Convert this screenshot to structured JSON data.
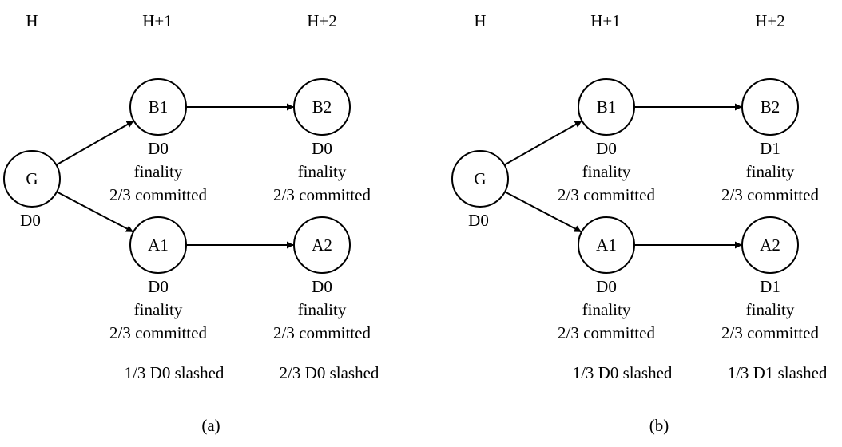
{
  "panels": [
    {
      "id": "a",
      "caption": "(a)",
      "headers": [
        "H",
        "H+1",
        "H+2"
      ],
      "nodes": [
        {
          "id": "G",
          "label": "G",
          "lines": [
            "D0"
          ]
        },
        {
          "id": "B1",
          "label": "B1",
          "lines": [
            "D0",
            "finality",
            "2/3 committed"
          ]
        },
        {
          "id": "B2",
          "label": "B2",
          "lines": [
            "D0",
            "finality",
            "2/3 committed"
          ]
        },
        {
          "id": "A1",
          "label": "A1",
          "lines": [
            "D0",
            "finality",
            "2/3 committed"
          ]
        },
        {
          "id": "A2",
          "label": "A2",
          "lines": [
            "D0",
            "finality",
            "2/3 committed"
          ]
        }
      ],
      "edges": [
        [
          "G",
          "B1"
        ],
        [
          "G",
          "A1"
        ],
        [
          "B1",
          "B2"
        ],
        [
          "A1",
          "A2"
        ]
      ],
      "slash_notes": [
        "1/3 D0 slashed",
        "2/3 D0 slashed"
      ]
    },
    {
      "id": "b",
      "caption": "(b)",
      "headers": [
        "H",
        "H+1",
        "H+2"
      ],
      "nodes": [
        {
          "id": "G",
          "label": "G",
          "lines": [
            "D0"
          ]
        },
        {
          "id": "B1",
          "label": "B1",
          "lines": [
            "D0",
            "finality",
            "2/3 committed"
          ]
        },
        {
          "id": "B2",
          "label": "B2",
          "lines": [
            "D1",
            "finality",
            "2/3 committed"
          ]
        },
        {
          "id": "A1",
          "label": "A1",
          "lines": [
            "D0",
            "finality",
            "2/3 committed"
          ]
        },
        {
          "id": "A2",
          "label": "A2",
          "lines": [
            "D1",
            "finality",
            "2/3 committed"
          ]
        }
      ],
      "edges": [
        [
          "G",
          "B1"
        ],
        [
          "G",
          "A1"
        ],
        [
          "B1",
          "B2"
        ],
        [
          "A1",
          "A2"
        ]
      ],
      "slash_notes": [
        "1/3 D0 slashed",
        "1/3 D1 slashed"
      ]
    }
  ]
}
